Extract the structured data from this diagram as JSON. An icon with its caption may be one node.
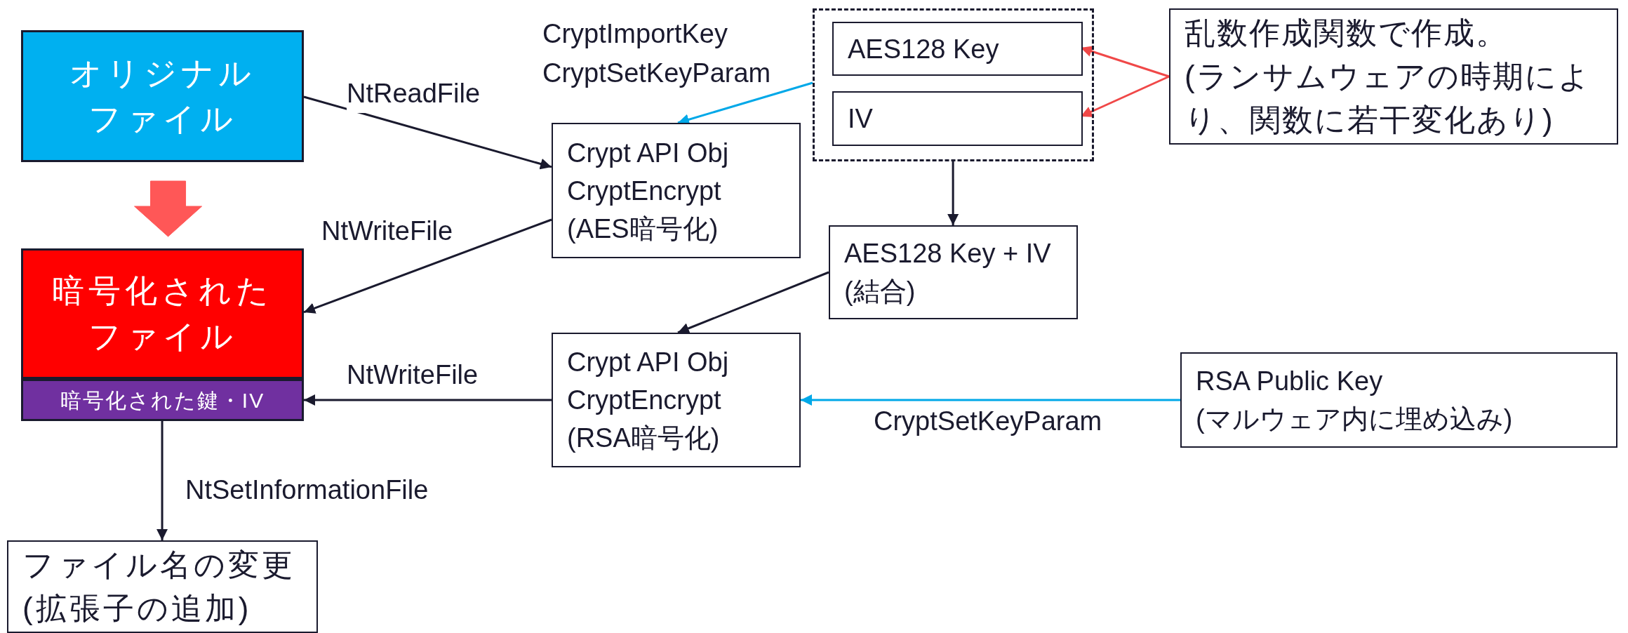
{
  "diagram": {
    "nodes": [
      {
        "text": [
          "オリジナルファイル"
        ]
      },
      {
        "text": [
          "暗号化されたファイル"
        ]
      },
      {
        "text": [
          "暗号化された鍵・IV"
        ]
      },
      {
        "text": [
          "ファイル名の変更(拡張子の追加)"
        ]
      },
      {
        "text": [
          "Crypt API Obj CryptEncrypt (AES暗号化)"
        ]
      },
      {
        "text": [],
        "shape": "box"
      },
      {
        "text": [
          "AES128 Key"
        ],
        "in": 5
      },
      {
        "text": [
          "IV"
        ],
        "in": 5
      },
      {
        "text": [
          "AES128 Key + IV (結合)"
        ]
      },
      {
        "text": [
          "Crypt API Obj CryptEncrypt (RSA暗号化)"
        ]
      },
      {
        "text": [
          "乱数作成関数で作成。",
          "(ランサムウェアの時期により、関数に若干変化あり)"
        ]
      },
      {
        "text": [
          "RSA Public Key (マルウェア内に埋め込み)"
        ]
      }
    ],
    "edges": [
      {
        "from": 0,
        "to": 4,
        "arrow": "to",
        "label": "NtReadFile"
      },
      {
        "from": 4,
        "to": 1,
        "arrow": "to",
        "label": "NtWriteFile"
      },
      {
        "from": 9,
        "to": 2,
        "arrow": "to",
        "label": "NtWriteFile"
      },
      {
        "from": 2,
        "to": 3,
        "arrow": "to",
        "label": "NtSetInformationFile"
      },
      {
        "from": 0,
        "to": 1,
        "arrow": "to",
        "style": "thick",
        "color": "#ff5757"
      },
      {
        "from": 5,
        "to": 4,
        "arrow": "to",
        "label": "CryptImportKey CryptSetKeyParam",
        "color": "#00a8e8"
      },
      {
        "from": 5,
        "to": 8,
        "arrow": "to"
      },
      {
        "from": 8,
        "to": 9,
        "arrow": "to"
      },
      {
        "from": 10,
        "to": 6,
        "arrow": "to",
        "color": "#f04848"
      },
      {
        "from": 10,
        "to": 7,
        "arrow": "to",
        "color": "#f04848"
      },
      {
        "from": 11,
        "to": 9,
        "arrow": "to",
        "label": "CryptSetKeyParam",
        "color": "#00a8e8"
      }
    ]
  }
}
